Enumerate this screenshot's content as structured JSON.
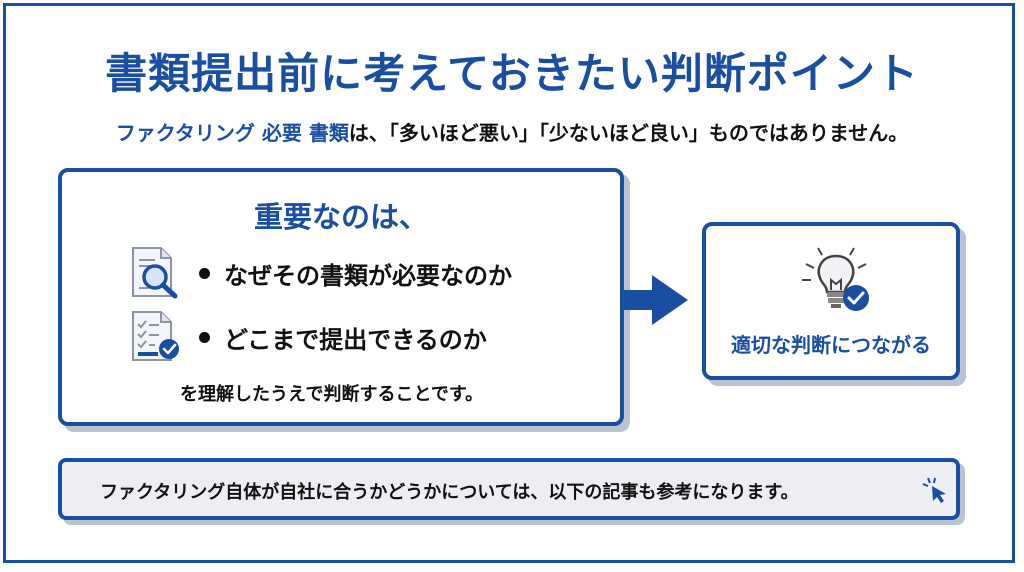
{
  "title": "書類提出前に考えておきたい判断ポイント",
  "subtitle": {
    "kw1": "ファクタリング 必要 書類",
    "rest": "は、「多いほど悪い」「少ないほど良い」ものではありません。"
  },
  "main_card": {
    "heading": "重要なのは、",
    "points": [
      {
        "icon": "document-search-icon",
        "text": "なぜその書類が必要なのか"
      },
      {
        "icon": "checklist-icon",
        "text": "どこまで提出できるのか"
      }
    ],
    "conclusion": "を理解したうえで判断することです。"
  },
  "result_card": {
    "icon": "lightbulb-check-icon",
    "text": "適切な判断につながる"
  },
  "bottom_bar": {
    "text": "ファクタリング自体が自社に合うかどうかについては、以下の記事も参考になります。",
    "icon": "click-cursor-icon"
  },
  "colors": {
    "accent": "#1a4ea0",
    "shadow": "#b9c3d2",
    "bar_bg": "#eceef1"
  }
}
